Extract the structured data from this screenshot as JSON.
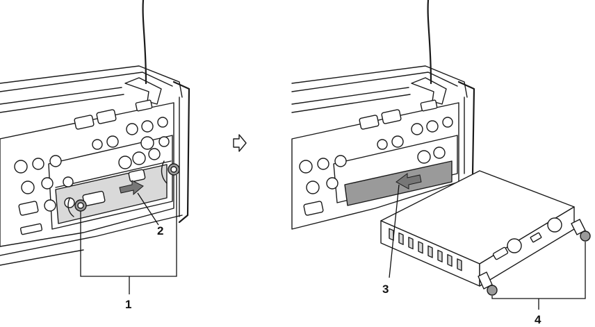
{
  "callouts": [
    {
      "id": "1",
      "label": "1"
    },
    {
      "id": "2",
      "label": "2"
    },
    {
      "id": "3",
      "label": "3"
    },
    {
      "id": "4",
      "label": "4"
    }
  ],
  "icons": {
    "step_arrow": "right-arrow-outline-icon"
  },
  "colors": {
    "line": "#1a1a1a",
    "panel_fill": "#d9d9d9",
    "dark_fill": "#9a9a9a",
    "background": "#ffffff"
  }
}
